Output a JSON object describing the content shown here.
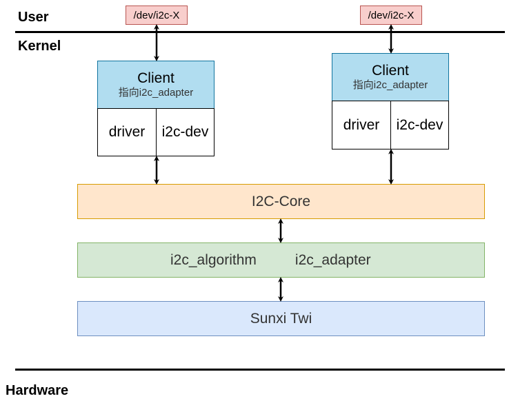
{
  "layers": {
    "user": "User",
    "kernel": "Kernel",
    "hardware": "Hardware"
  },
  "device_nodes": [
    "/dev/i2c-X",
    "/dev/i2c-X"
  ],
  "clients": [
    {
      "title": "Client",
      "subtitle": "指向i2c_adapter",
      "driver": "driver",
      "dev": "i2c-dev"
    },
    {
      "title": "Client",
      "subtitle": "指向i2c_adapter",
      "driver": "driver",
      "dev": "i2c-dev"
    }
  ],
  "core": "I2C-Core",
  "algorithm": "i2c_algorithm",
  "adapter": "i2c_adapter",
  "twi": "Sunxi Twi",
  "colors": {
    "dev_node_fill": "#f8cecc",
    "client_fill": "#b1ddf0",
    "core_fill": "#ffe6cc",
    "algo_fill": "#d5e8d4",
    "twi_fill": "#dae8fc"
  }
}
